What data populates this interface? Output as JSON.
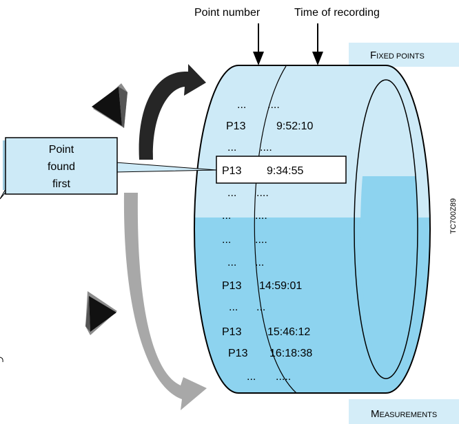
{
  "header": {
    "point_number": "Point number",
    "time_of_recording": "Time of recording"
  },
  "badges": {
    "fixed_points": {
      "first": "F",
      "rest": "IXED POINTS"
    },
    "measurements": {
      "first": "M",
      "rest": "EASUREMENTS"
    }
  },
  "callout": {
    "line1": "Point",
    "line2": "found",
    "line3": "first"
  },
  "highlight": {
    "point": "P13",
    "time": "9:34:55"
  },
  "side_code": "TC700Z89",
  "drum_rows": {
    "r1": {
      "point": "...",
      "time": "...."
    },
    "r2": {
      "point": "P13",
      "time": "9:52:10"
    },
    "r3": {
      "point": "...",
      "time": "...."
    },
    "r4": {
      "point": "...",
      "time": "...."
    },
    "r5": {
      "point": "...",
      "time": "...."
    },
    "r6": {
      "point": "...",
      "time": "...."
    },
    "r7": {
      "point": "...",
      "time": "..."
    },
    "r8": {
      "point": "P13",
      "time": "14:59:01"
    },
    "r9": {
      "point": "...",
      "time": "..."
    },
    "r10": {
      "point": "P13",
      "time": "15:46:12"
    },
    "r11": {
      "point": "P13",
      "time": "16:18:38"
    },
    "r12": {
      "point": "...",
      "time": "....."
    }
  },
  "colors": {
    "upper_fill": "#cdeaf7",
    "lower_fill": "#8dd3ef",
    "badge_fill": "#d4edf8",
    "callout_fill": "#cdeaf7",
    "dark_arrow": "#262626",
    "light_arrow": "#a8a8a8"
  }
}
